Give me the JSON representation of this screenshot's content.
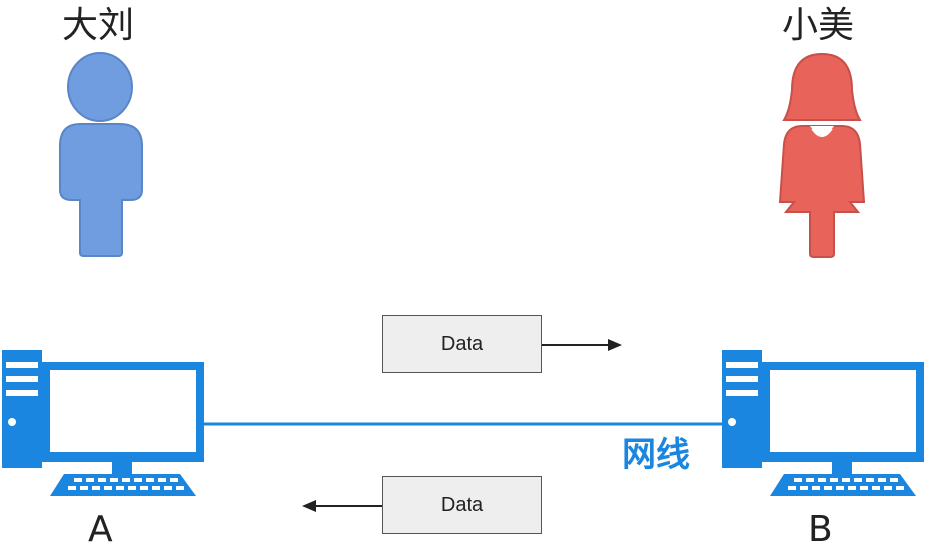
{
  "left_person": {
    "name": "大刘",
    "color": "#6f9de0"
  },
  "right_person": {
    "name": "小美",
    "color": "#e8635a"
  },
  "left_host": {
    "label": "A"
  },
  "right_host": {
    "label": "B"
  },
  "packet_top": {
    "label": "Data",
    "direction": "right"
  },
  "packet_bottom": {
    "label": "Data",
    "direction": "left"
  },
  "cable": {
    "label": "网线",
    "color": "#1a86e0"
  },
  "computer_color": "#1a86e0"
}
